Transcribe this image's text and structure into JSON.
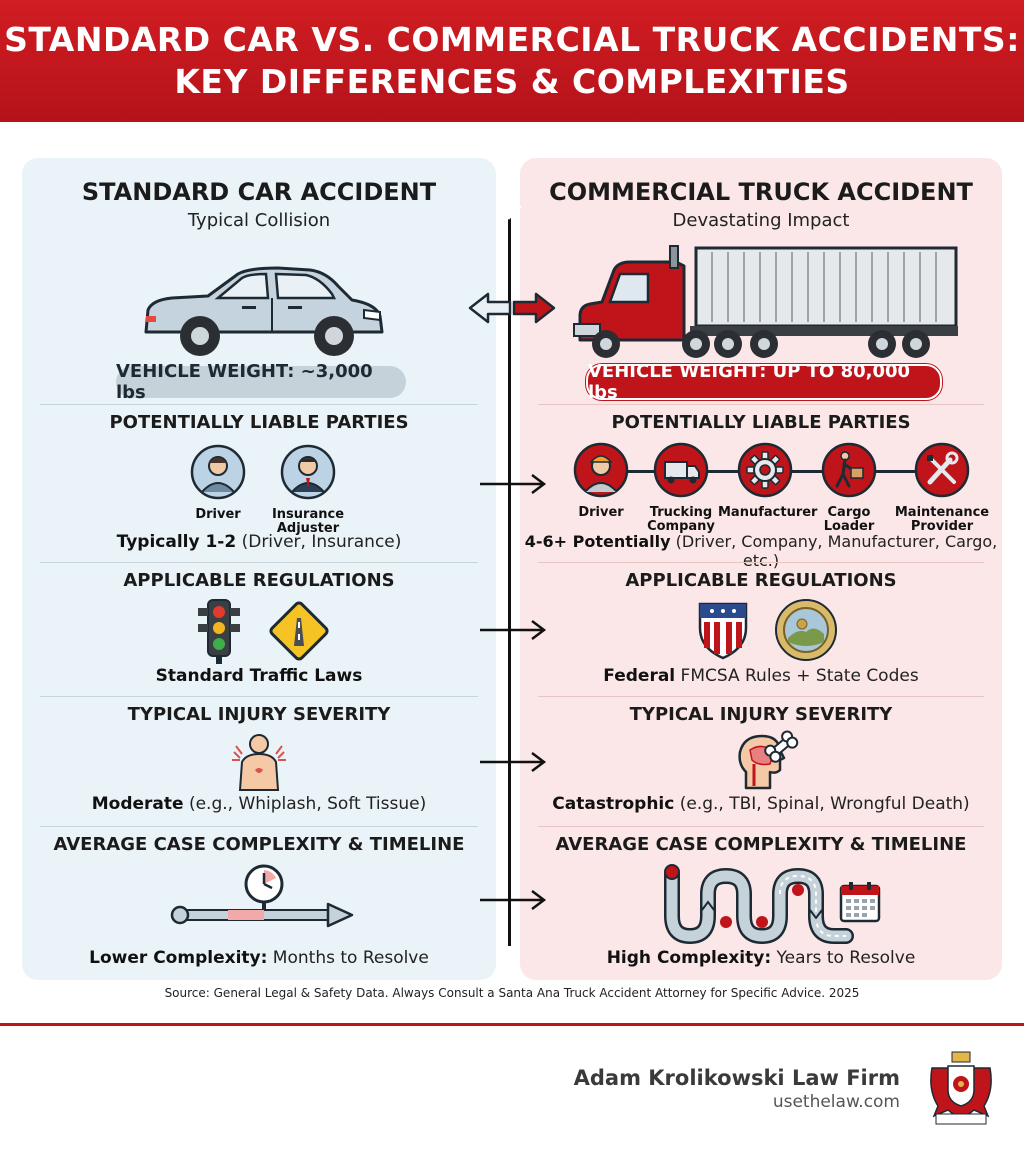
{
  "header": {
    "line1": "STANDARD CAR VS. COMMERCIAL TRUCK ACCIDENTS:",
    "line2": "KEY DIFFERENCES & COMPLEXITIES"
  },
  "left": {
    "title": "STANDARD CAR ACCIDENT",
    "subtitle": "Typical Collision",
    "weight": "VEHICLE WEIGHT: ~3,000 lbs",
    "liable_title": "POTENTIALLY LIABLE PARTIES",
    "parties": [
      "Driver",
      "Insurance Adjuster"
    ],
    "liable_bold": "Typically 1-2",
    "liable_rest": " (Driver, Insurance)",
    "reg_title": "APPLICABLE REGULATIONS",
    "reg_caption": "Standard Traffic Laws",
    "injury_title": "TYPICAL INJURY SEVERITY",
    "injury_bold": "Moderate",
    "injury_rest": " (e.g., Whiplash, Soft Tissue)",
    "complex_title": "AVERAGE CASE COMPLEXITY & TIMELINE",
    "complex_bold": "Lower Complexity:",
    "complex_rest": " Months to Resolve"
  },
  "right": {
    "title": "COMMERCIAL TRUCK ACCIDENT",
    "subtitle": "Devastating Impact",
    "weight": "VEHICLE WEIGHT: UP TO 80,000 lbs",
    "liable_title": "POTENTIALLY LIABLE PARTIES",
    "parties": [
      "Driver",
      "Trucking Company",
      "Manufacturer",
      "Cargo Loader",
      "Maintenance Provider"
    ],
    "liable_bold": "4-6+ Potentially",
    "liable_rest": " (Driver, Company, Manufacturer, Cargo, etc.)",
    "reg_title": "APPLICABLE REGULATIONS",
    "reg_bold": "Federal",
    "reg_rest": " FMCSA Rules + State Codes",
    "injury_title": "TYPICAL INJURY SEVERITY",
    "injury_bold": "Catastrophic",
    "injury_rest": " (e.g., TBI, Spinal, Wrongful Death)",
    "complex_title": "AVERAGE CASE COMPLEXITY & TIMELINE",
    "complex_bold": "High Complexity:",
    "complex_rest": " Years to Resolve"
  },
  "source": "Source: General Legal & Safety Data. Always Consult a Santa Ana Truck Accident Attorney for Specific Advice. 2025",
  "footer": {
    "firm_name": "Adam Krolikowski Law Firm",
    "url": "usethelaw.com"
  },
  "icons": {
    "car": "sedan-car-icon",
    "truck": "semi-truck-icon",
    "traffic_light": "traffic-light-icon",
    "road_sign": "road-sign-icon",
    "shield": "us-shield-icon",
    "state_seal": "state-seal-icon",
    "body_pain": "torso-pain-icon",
    "head_injury": "head-bone-icon",
    "timeline": "short-timeline-icon",
    "winding": "winding-road-icon",
    "calendar": "calendar-icon"
  },
  "colors": {
    "brand_red": "#c0141b",
    "left_bg": "#eaf3f8",
    "right_bg": "#fbe7e7"
  }
}
